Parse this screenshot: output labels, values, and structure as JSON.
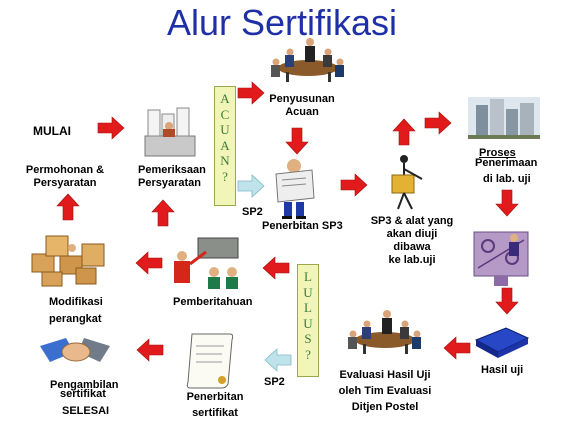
{
  "title": "Alur Sertifikasi",
  "acuan_letters": [
    "A",
    "C",
    "U",
    "A",
    "N",
    "?"
  ],
  "lulus_letters": [
    "L",
    "U",
    "L",
    "U",
    "S",
    "?"
  ],
  "labels": {
    "mulai": "MULAI",
    "permohonan": [
      "Permohonan &",
      "Persyaratan"
    ],
    "pemeriksaan": [
      "Pemeriksaan",
      "Persyaratan"
    ],
    "penyusunan": [
      "Penyusunan",
      "Acuan"
    ],
    "sp2_top": "SP2",
    "penerbitan_sp3": "Penerbitan SP3",
    "sp3_alat": [
      "SP3 & alat yang",
      "akan diuji",
      "dibawa",
      "ke lab.uji"
    ],
    "proses": [
      "Proses",
      "Penerimaan",
      "di lab. uji"
    ],
    "modifikasi": [
      "Modifikasi",
      "perangkat"
    ],
    "pemberitahuan": "Pemberitahuan",
    "pengambilan": "Pengambilan",
    "sertifikat": "sertifikat",
    "selesai": "SELESAI",
    "penerbitan_sertifikat": [
      "Penerbitan",
      "sertifikat"
    ],
    "sp2_bottom": "SP2",
    "evaluasi": [
      "Evaluasi Hasil Uji",
      "oleh Tim Evaluasi",
      "Ditjen Postel"
    ],
    "hasil_uji": "Hasil uji"
  },
  "colors": {
    "title": "#1f2fa8",
    "arrow_red": "#e11b1b",
    "arrow_cyan": "#bfe3ea",
    "box_fill": "#f1f6b8"
  },
  "icons": [
    "meeting-icon",
    "paper-stack-icon",
    "reader-icon",
    "courier-icon",
    "buildings-icon",
    "lab-tester-icon",
    "books-icon",
    "meeting-icon",
    "certificate-scroll-icon",
    "teacher-icon",
    "boxes-icon",
    "handshake-icon"
  ]
}
